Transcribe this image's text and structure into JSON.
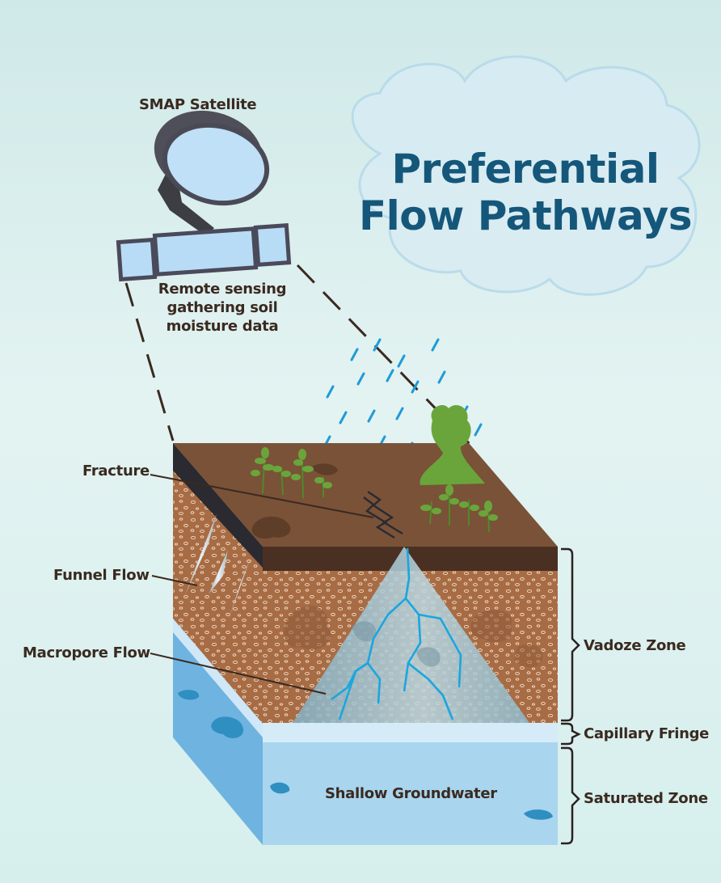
{
  "title_line1": "Preferential",
  "title_line2": "Flow Pathways",
  "satellite_label": "SMAP Satellite",
  "caption_line1": "Remote sensing",
  "caption_line2": "gathering soil",
  "caption_line3": "moisture data",
  "labels": {
    "fracture": "Fracture",
    "funnel_flow": "Funnel Flow",
    "macropore_flow": "Macropore Flow",
    "vadoze_zone": "Vadoze Zone",
    "capillary_fringe": "Capillary Fringe",
    "saturated_zone": "Saturated Zone",
    "shallow_groundwater": "Shallow Groundwater"
  },
  "colors": {
    "title": "#15577a",
    "soil_top": "#7a5238",
    "soil_side": "#a26a45",
    "topsoil_band": "#4a3022",
    "groundwater": "#a9d5ee",
    "capillary": "#d5ecf8",
    "water_flow": "#1aa6e0",
    "plant": "#6aa53b"
  }
}
